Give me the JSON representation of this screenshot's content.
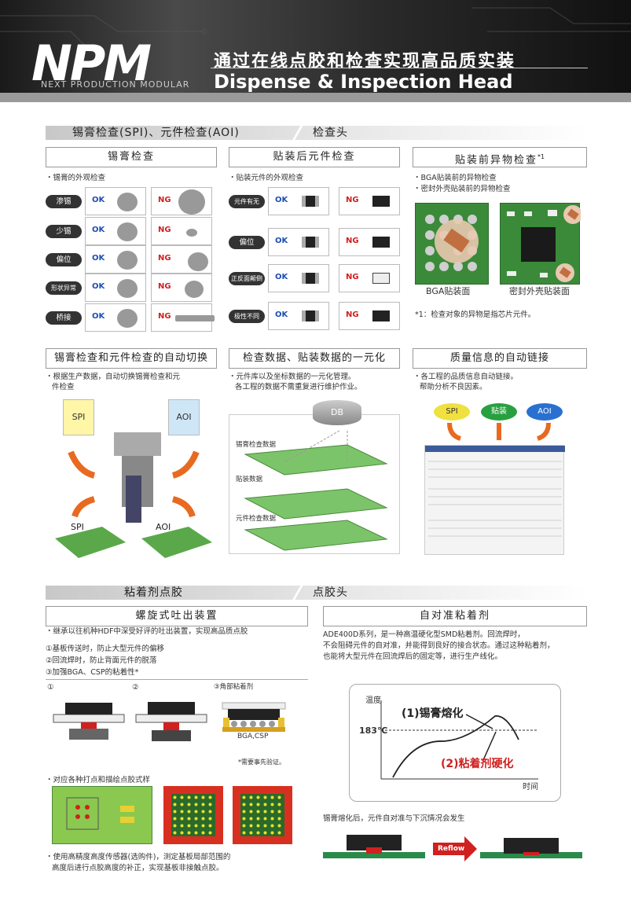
{
  "header": {
    "logo": "NPM",
    "logo_sub": "NEXT PRODUCTION MODULAR",
    "title_cn": "通过在线点胶和检查实现高品质实装",
    "title_en": "Dispense & Inspection Head"
  },
  "sec1": {
    "title": "锡膏检查(SPI)、元件检查(AOI)",
    "sub": "检查头"
  },
  "spi": {
    "title": "锡膏检查",
    "note": "・锡膏的外观检查",
    "rows": [
      "渗锡",
      "少锡",
      "偏位",
      "形状异常",
      "桥接"
    ],
    "ok": "OK",
    "ng": "NG"
  },
  "aoi": {
    "title": "贴装后元件检查",
    "note": "・贴装元件的外观检查",
    "rows": [
      "元件有无",
      "偏位",
      "正反面颠倒",
      "极性不同"
    ],
    "ok": "OK",
    "ng": "NG"
  },
  "foreign": {
    "title": "贴装前异物检查",
    "sup": "*1",
    "notes": [
      "・BGA贴装前的异物检查",
      "・密封外壳贴装前的异物检查"
    ],
    "cap1": "BGA贴装面",
    "cap2": "密封外壳贴装面",
    "foot": "*1：检查对象的异物是指芯片元件。"
  },
  "switch": {
    "title": "锡膏检查和元件检查的自动切换",
    "note1": "・根据生产数据，自动切换锡膏检查和元",
    "note2": "件检查",
    "spi": "SPI",
    "aoi": "AOI"
  },
  "unify": {
    "title": "检查数据、贴装数据的一元化",
    "note1": "・元件库以及坐标数据的一元化管理。",
    "note2": "各工程的数据不需重复进行维护作业。",
    "db": "DB",
    "l1": "锡膏检查数据",
    "l2": "贴装数据",
    "l3": "元件检查数据"
  },
  "link": {
    "title": "质量信息的自动链接",
    "note1": "・各工程的品质信息自动链接。",
    "note2": "帮助分析不良因素。",
    "spi": "SPI",
    "mount": "贴装",
    "aoi": "AOI"
  },
  "sec2": {
    "title": "粘着剂点胶",
    "sub": "点胶头"
  },
  "spiral": {
    "title": "螺旋式吐出装置",
    "note": "・继承以往机种HDF中深受好评的吐出装置，实现高品质点胶",
    "items": [
      "①基板传送时，防止大型元件的偏移",
      "②回流焊时，防止背面元件的脱落",
      "③加强BGA、CSP的粘着性*"
    ],
    "n1": "①",
    "n2": "②",
    "n3": "③角部粘着剂",
    "bga": "BGA,CSP",
    "verify": "*需要事先验证。",
    "patterns": "・对应各种打点和描绘点胶式样",
    "sensor1": "・使用高精度高度传感器(选购件)，测定基板局部范围的",
    "sensor2": "高度后进行点胶高度的补正，实现基板非接触点胶。"
  },
  "selfalign": {
    "title": "自对准粘着剂",
    "desc1": "ADE400D系列，是一种高温硬化型SMD粘着剂。回流焊时，",
    "desc2": "不会阻碍元件的自对准，并能得到良好的接合状态。通过这种粘着剂，",
    "desc3": "也能将大型元件在回流焊后的固定等，进行生产线化。",
    "temp": "温度",
    "time": "时间",
    "t183": "183℃",
    "melt": "(1)锡膏熔化",
    "cure": "(2)粘着剂硬化",
    "after": "锡膏熔化后，元件自对准与下沉情况会发生",
    "reflow": "Reflow"
  },
  "colors": {
    "ok": "#1e4fb5",
    "ng": "#d02020",
    "pcb": "#3c8a3c"
  }
}
